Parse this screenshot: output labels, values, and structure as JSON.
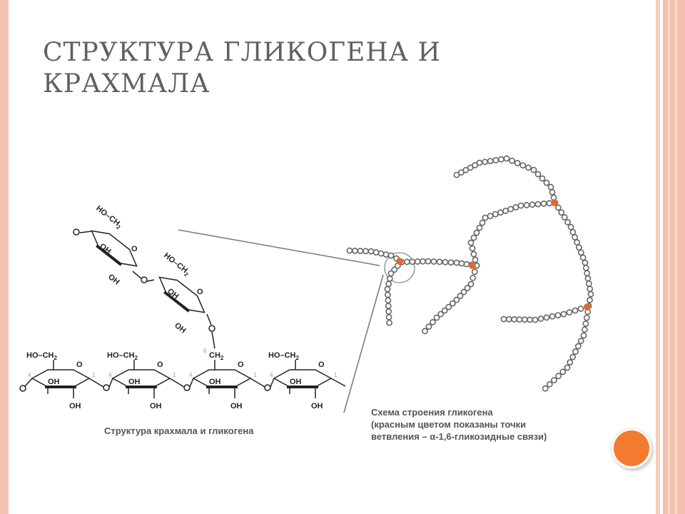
{
  "slide": {
    "title": "СТРУКТУРА ГЛИКОГЕНА И КРАХМАЛА"
  },
  "starch_diagram": {
    "caption": "Структура крахмала и гликогена",
    "labels": {
      "ho_ch2": "HO–CH",
      "ch2": "CH",
      "subscript_2": "2",
      "oh": "OH",
      "o": "O",
      "pos_4": "4",
      "pos_1": "1",
      "pos_6": "6"
    }
  },
  "glycogen_diagram": {
    "caption_line1": "Схема строения  гликогена",
    "caption_line2": "(красным цветом показаны точки",
    "caption_line3": "ветвления – α-1,6-гликозидные связи)",
    "branch_point_color": "#e0692e",
    "bead_color": "#666666"
  },
  "decor": {
    "accent_color": "#f47a30",
    "frame_color": "#f3c0ad"
  }
}
